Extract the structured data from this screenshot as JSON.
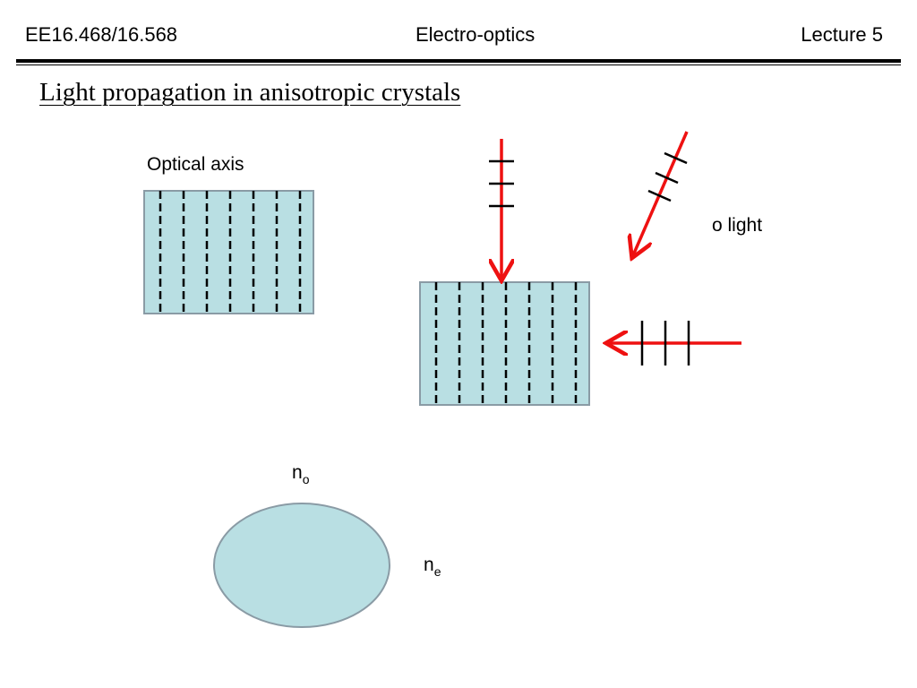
{
  "header": {
    "course_code": "EE16.468/16.568",
    "course_name": "Electro-optics",
    "lecture": "Lecture 5"
  },
  "slide": {
    "title": "Light propagation in anisotropic crystals"
  },
  "labels": {
    "optical_axis": "Optical axis",
    "o_light": "o light",
    "n_o": {
      "base": "n",
      "subscript": "o"
    },
    "n_e": {
      "base": "n",
      "subscript": "e"
    }
  },
  "colors": {
    "crystal_fill": "#b9dfe3",
    "crystal_border": "#8a9ba5",
    "arrow": "#ee1111",
    "axis_lines": "#000000"
  }
}
